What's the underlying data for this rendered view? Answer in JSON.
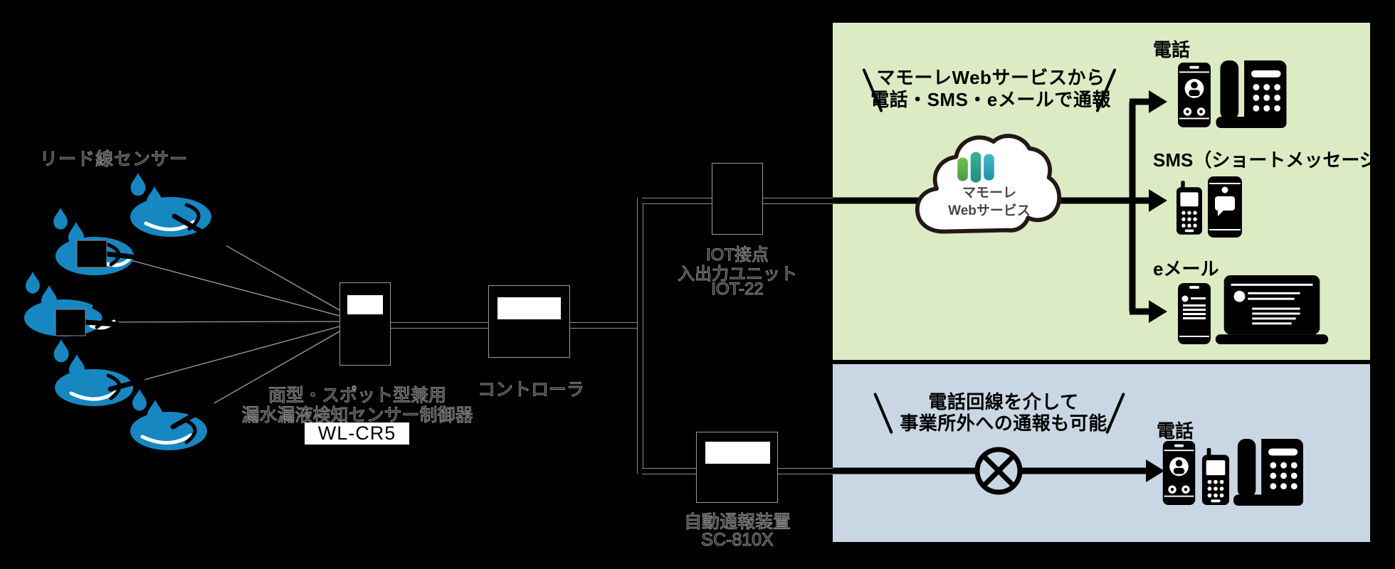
{
  "colors": {
    "background": "#000000",
    "puddle_blue": "#1787c1",
    "web_panel_green": "#dcebc3",
    "phone_panel_blue": "#c8d7e3",
    "cloud_outline": "#231815",
    "logo_green": "#5eb344",
    "logo_teal": "#2aa18e",
    "logo_cyan": "#2f9fb4"
  },
  "lead_sensor": {
    "label": "リード線センサー"
  },
  "sensor_controller": {
    "line1": "面型・スポット型兼用",
    "line2": "漏水漏液検知センサー制御器",
    "model": "WL-CR5"
  },
  "controller": {
    "label": "コントローラ"
  },
  "iot_unit": {
    "line1": "IOT接点",
    "line2": "入出力ユニット",
    "model": "IOT-22"
  },
  "auto_dialer": {
    "line1": "自動通報装置",
    "model": "SC-810X"
  },
  "web_panel": {
    "headline_line1": "マモーレWebサービスから",
    "headline_line2": "電話・SMS・eメールで通報",
    "cloud_line1": "マモーレ",
    "cloud_line2": "Webサービス",
    "row_phone_label": "電話",
    "row_sms_label": "SMS（ショートメッセージ）",
    "row_email_label": "eメール"
  },
  "phone_panel": {
    "headline_line1": "電話回線を介して",
    "headline_line2": "事業所外への通報も可能",
    "phone_label": "電話"
  }
}
